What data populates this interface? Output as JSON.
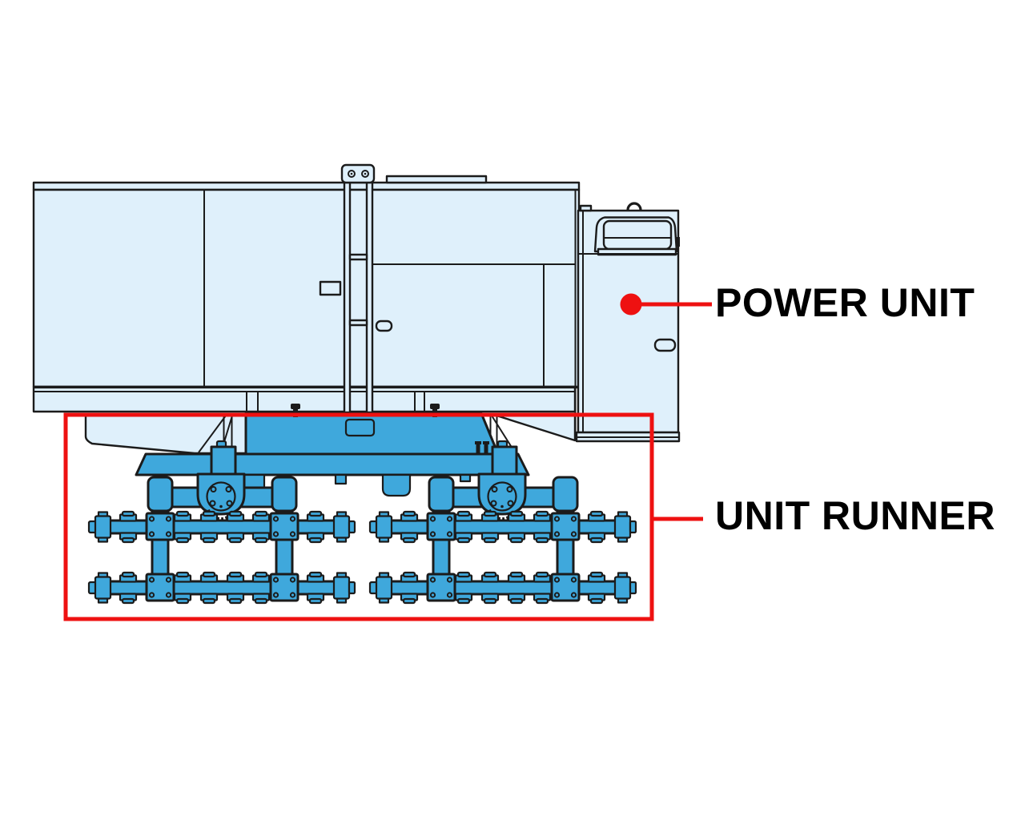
{
  "canvas": {
    "background": "#ffffff"
  },
  "diagram": {
    "style": {
      "machine_body_fill": "#dff0fb",
      "runner_fill": "#3fa8dc",
      "line_color": "#1b1b1b",
      "annotation_color": "#ee1111",
      "label_color": "#000000"
    },
    "callouts": {
      "power_unit": {
        "label": "POWER UNIT",
        "marker": "filled-dot"
      },
      "unit_runner": {
        "label": "UNIT RUNNER",
        "marker": "outline-box"
      }
    }
  }
}
